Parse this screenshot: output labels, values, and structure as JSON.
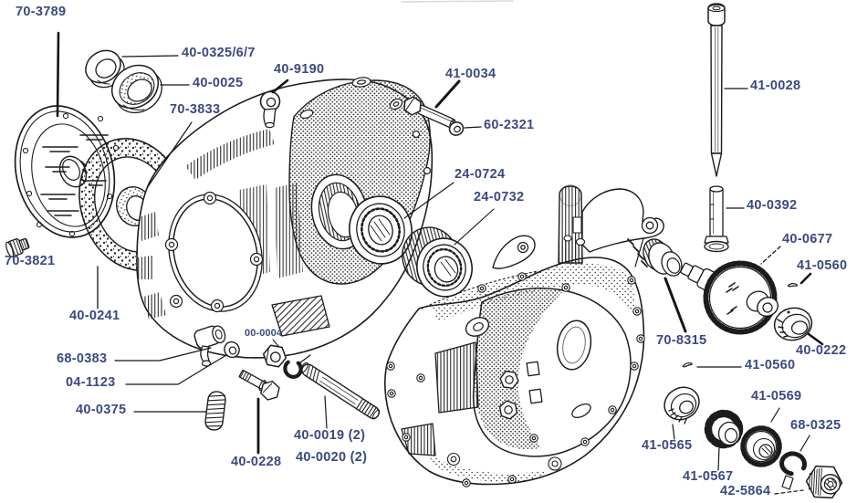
{
  "colors": {
    "label_text": "#3a4a80",
    "line_art": "#1c1c1c",
    "background": "#ffffff"
  },
  "parts": [
    {
      "id": "70-3789",
      "label": "70-3789"
    },
    {
      "id": "40-0325/6/7",
      "label": "40-0325/6/7"
    },
    {
      "id": "40-0025",
      "label": "40-0025"
    },
    {
      "id": "70-3833",
      "label": "70-3833"
    },
    {
      "id": "40-9190",
      "label": "40-9190"
    },
    {
      "id": "41-0034",
      "label": "41-0034"
    },
    {
      "id": "60-2321",
      "label": "60-2321"
    },
    {
      "id": "24-0724",
      "label": "24-0724"
    },
    {
      "id": "24-0732",
      "label": "24-0732"
    },
    {
      "id": "41-0028",
      "label": "41-0028"
    },
    {
      "id": "40-0392",
      "label": "40-0392"
    },
    {
      "id": "40-0677",
      "label": "40-0677"
    },
    {
      "id": "41-0560-upper",
      "label": "41-0560"
    },
    {
      "id": "70-8315",
      "label": "70-8315"
    },
    {
      "id": "40-0222",
      "label": "40-0222"
    },
    {
      "id": "41-0560-lower",
      "label": "41-0560"
    },
    {
      "id": "70-3821",
      "label": "70-3821"
    },
    {
      "id": "40-0241",
      "label": "40-0241"
    },
    {
      "id": "68-0383",
      "label": "68-0383"
    },
    {
      "id": "00-0004",
      "label": "00-0004"
    },
    {
      "id": "04-1123",
      "label": "04-1123"
    },
    {
      "id": "40-0375",
      "label": "40-0375"
    },
    {
      "id": "40-0228",
      "label": "40-0228"
    },
    {
      "id": "40-0019",
      "label": "40-0019 (2)"
    },
    {
      "id": "40-0020",
      "label": "40-0020 (2)"
    },
    {
      "id": "41-0565",
      "label": "41-0565"
    },
    {
      "id": "41-0567",
      "label": "41-0567"
    },
    {
      "id": "41-0569",
      "label": "41-0569"
    },
    {
      "id": "68-0325",
      "label": "68-0325"
    },
    {
      "id": "42-5864",
      "label": "42-5864"
    }
  ]
}
